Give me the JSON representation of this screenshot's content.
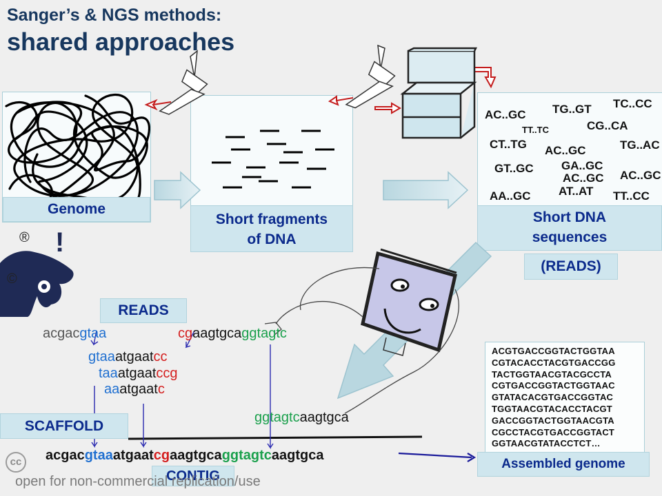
{
  "title": {
    "line1": "Sanger’s & NGS methods:",
    "line2": "shared approaches"
  },
  "labels": {
    "genome": "Genome",
    "fragments_line1": "Short fragments",
    "fragments_line2": "of DNA",
    "sequences_line1": "Short DNA",
    "sequences_line2": "sequences",
    "reads_paren": "(READS)",
    "reads": "READS",
    "scaffold": "SCAFFOLD",
    "contig": "CONTIG",
    "assembled": "Assembled genome"
  },
  "short_sequences": [
    "AC..GC",
    "TG..GT",
    "TC..CC",
    "TT..TC",
    "CG..CA",
    "CT..TG",
    "AC..GC",
    "TG..AC",
    "GT..GC",
    "GA..GC",
    "AC..GC",
    "AC..GC",
    "AT..AT",
    "AA..GC",
    "TT..CC"
  ],
  "symbols": {
    "registered": "®",
    "copyright": "©",
    "exclamation": "!",
    "cc": "cc"
  },
  "reads": {
    "r1": {
      "a": "acgac",
      "b": "gtaa"
    },
    "r2": {
      "a": "cg",
      "b": "aagtgca",
      "c": "ggtagtc"
    },
    "r3": {
      "a": "gtaa",
      "b": "atgaat",
      "c": "cc"
    },
    "r4": {
      "a": "taa",
      "b": "atgaat",
      "c": "ccg"
    },
    "r5": {
      "a": "aa",
      "b": "atgaat",
      "c": "c"
    },
    "r6": {
      "a": "ggtagtc",
      "b": "aagtgca"
    }
  },
  "contig": {
    "p1": "acgac",
    "p2": "gtaa",
    "p3": "atgaat",
    "p4": "cg",
    "p5": "aagtgca",
    "p6": "ggtagtc",
    "p7": "aagtgca"
  },
  "assembled_lines": [
    "ACGTGACCGGTACTGGTAA",
    "CGTACACCTACGTGACCGG",
    "TACTGGTAACGTACGCCTA",
    "CGTGACCGGTACTGGTAAC",
    "GTATACACGTGACCGGTAC",
    "TGGTAACGTACACCTACGT",
    "GACCGGTACTGGTAACGTA",
    "CGCCTACGTGACCGGTACT",
    "GGTAACGTATACCTCT…"
  ],
  "footer": "open for non-commercial  replication/use",
  "colors": {
    "title": "#17375e",
    "label_bg": "#cfe6ee",
    "label_text": "#0b2a8c",
    "red": "#d41e1e",
    "blue": "#1f6fd0",
    "green": "#1aa04c"
  }
}
